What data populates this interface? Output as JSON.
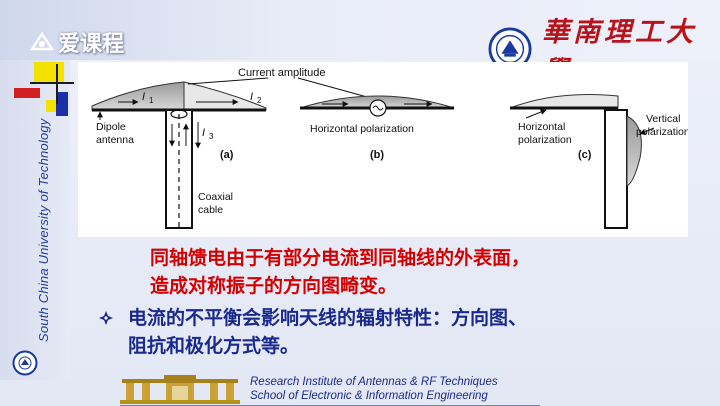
{
  "watermark": {
    "text": "爱课程"
  },
  "university": {
    "name": "華南理工大學"
  },
  "side": {
    "text": "South China University of Technology"
  },
  "figure": {
    "current_amplitude": "Current amplitude",
    "i1": "I",
    "i1_sub": "1",
    "i2": "I",
    "i2_sub": "2",
    "i3": "I",
    "i3_sub": "3",
    "dipole_line1": "Dipole",
    "dipole_line2": "antenna",
    "coax_line1": "Coaxial",
    "coax_line2": "cable",
    "label_a": "(a)",
    "label_b": "(b)",
    "label_c": "(c)",
    "horizontal_polarization": "Horizontal polarization",
    "horiz_line1": "Horizontal",
    "horiz_line2": "polarization",
    "vert_line1": "Vertical",
    "vert_line2": "polarization"
  },
  "content": {
    "red_line1": "同轴馈电由于有部分电流到同轴线的外表面，",
    "red_line2": "造成对称振子的方向图畸变。",
    "bullet_line1": "电流的不平衡会影响天线的辐射特性：方向图、",
    "bullet_line2": "阻抗和极化方式等。"
  },
  "footer": {
    "line1": "Research Institute of Antennas & RF Techniques",
    "line2": "School of Electronic & Information Engineering"
  },
  "colors": {
    "accent_red": "#d40000",
    "accent_blue": "#1a2a8c",
    "university_red": "#b8121a"
  }
}
